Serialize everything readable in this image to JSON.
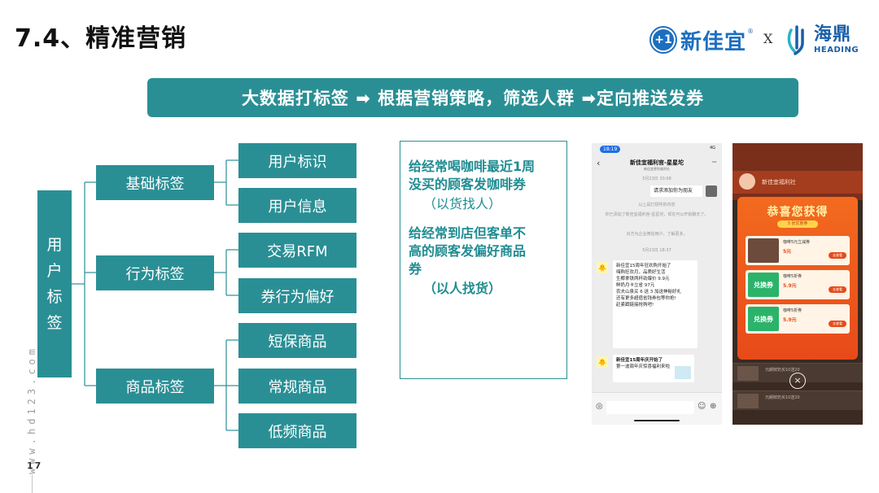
{
  "slide": {
    "title": "7.4、精准营销",
    "page_number": "17",
    "watermark": "www.hd123.com"
  },
  "brands": {
    "xinjiayi": {
      "mark": "+1",
      "name": "新佳宜",
      "reg": "®"
    },
    "separator": "X",
    "heading": {
      "name_cn": "海鼎",
      "name_en": "HEADING"
    }
  },
  "banner": {
    "text": "大数据打标签 ➡ 根据营销策略，筛选人群 ➡定向推送发券"
  },
  "tag_tree": {
    "root": [
      "用",
      "户",
      "标",
      "签"
    ],
    "categories": [
      {
        "label": "基础标签",
        "leaves": [
          "用户标识",
          "用户信息"
        ]
      },
      {
        "label": "行为标签",
        "leaves": [
          "交易RFM",
          "券行为偏好"
        ]
      },
      {
        "label": "商品标签",
        "leaves": [
          "短保商品",
          "常规商品",
          "低频商品"
        ]
      }
    ]
  },
  "strategy": {
    "case1": {
      "lines": [
        "给经常喝咖啡最近1周",
        "没买的顾客发咖啡券"
      ],
      "note": "（以货找人）"
    },
    "case2": {
      "lines": [
        "给经常到店但客单不",
        "高的顾客发偏好商品",
        "券"
      ],
      "note": "（以人找货）"
    }
  },
  "phone_chat": {
    "time": "18:19",
    "status": "4G",
    "title": "新佳宜福利官-星星坨",
    "subtitle": "新佳宜便利福利社",
    "top_time": "5月23日 20:08",
    "request_bubble": "请求添加你为朋友",
    "sys_lines": [
      "以上是打招呼的内容",
      "你已添加了新佳宜福利官-星星坨，现在可以开始聊天了。",
      "对方为企业微信用户，了解更多。"
    ],
    "mid_time": "5月23日 18:37",
    "promo_lines": [
      "新佳宜15周年狂欢购开始了",
      "嗨购狂欢月，品质好生活",
      "生椰拿铁两杯劲爆价 9.9元",
      "鲜奶月卡立省 97元",
      "农夫山泉买 6 送 3 加送神秘好礼",
      "还有更多超值省钱券包等你抢!",
      "赶紧戳链接抢购吧!"
    ],
    "card_title": "新佳宜15周年庆开始了",
    "card_sub": "第一波周年庆惊喜福利来啦"
  },
  "phone_coupon": {
    "header": "新佳宜福利社",
    "congrats": "恭喜您获得",
    "congrats_sub": "3 张优惠券",
    "coupons": [
      {
        "thumb": "",
        "name": "咖啡5元立减券",
        "value": "5元",
        "button": "去查看"
      },
      {
        "thumb": "兑换券",
        "name": "咖啡5折券",
        "value": "5.9元",
        "button": "去查看"
      },
      {
        "thumb": "兑换券",
        "name": "咖啡5折券",
        "value": "5.9元",
        "button": "去查看"
      }
    ],
    "close": "×",
    "bg_rows": [
      "元朗鲜奶买10送20",
      "元朗鲜奶买10送20"
    ]
  }
}
